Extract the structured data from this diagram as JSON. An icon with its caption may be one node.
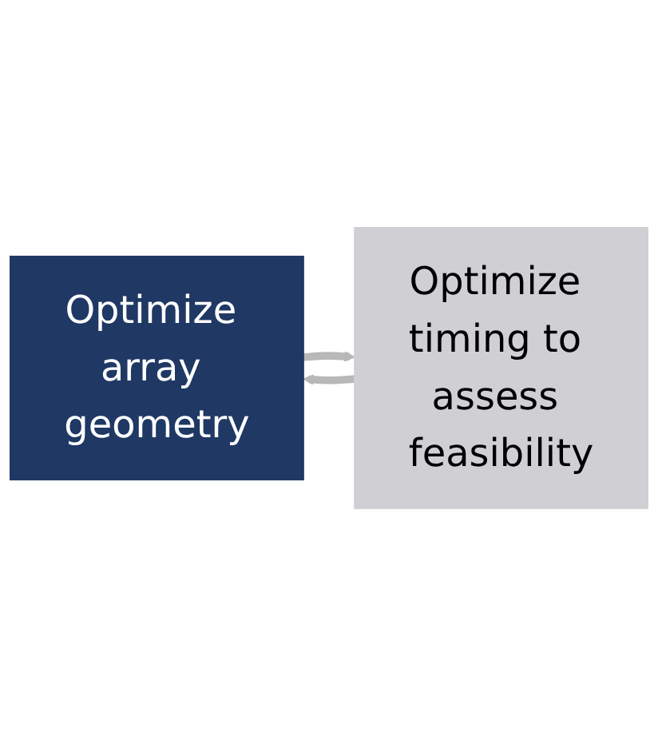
{
  "diagram": {
    "nodes": [
      {
        "text": [
          "Optimize array geometry"
        ]
      },
      {
        "text": [
          "Optimize timing to assess feasibility"
        ]
      }
    ],
    "edges": [
      {
        "from": 0,
        "to": 1,
        "arrow": "to"
      },
      {
        "from": 1,
        "to": 0,
        "arrow": "to"
      }
    ]
  }
}
